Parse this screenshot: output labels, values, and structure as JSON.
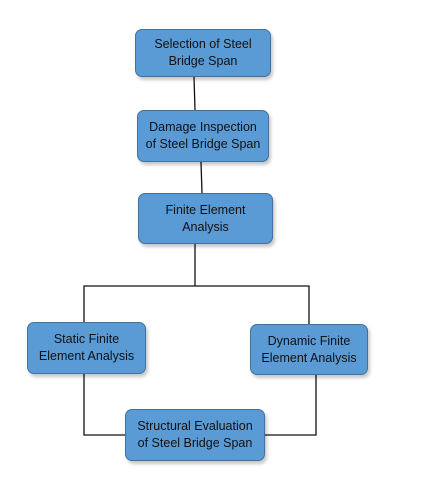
{
  "diagram": {
    "colors": {
      "box_fill": "#5b9bd5",
      "box_border": "#41719c",
      "connector": "#111111",
      "text": "#111111",
      "background": "#ffffff"
    },
    "nodes": {
      "selection": "Selection of Steel\nBridge Span",
      "damage": "Damage Inspection\nof Steel Bridge Span",
      "fea": "Finite Element\nAnalysis",
      "static": "Static Finite\nElement Analysis",
      "dynamic": "Dynamic Finite\nElement Analysis",
      "structural": "Structural Evaluation\nof Steel Bridge Span"
    },
    "edges": [
      {
        "from": "selection",
        "to": "damage"
      },
      {
        "from": "damage",
        "to": "fea"
      },
      {
        "from": "fea",
        "to": "static"
      },
      {
        "from": "fea",
        "to": "dynamic"
      },
      {
        "from": "static",
        "to": "structural"
      },
      {
        "from": "dynamic",
        "to": "structural"
      }
    ]
  }
}
